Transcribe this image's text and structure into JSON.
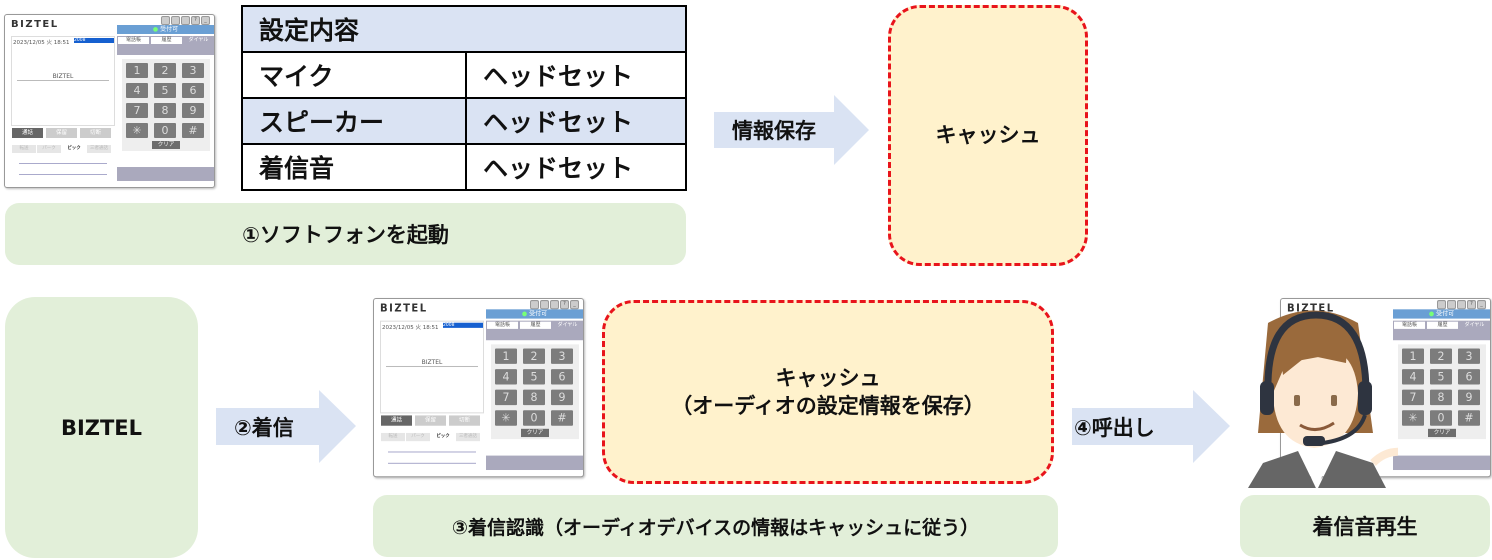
{
  "softphone": {
    "logo": "BIZTEL",
    "status": "受付可",
    "datetime": "2023/12/05 火 18:51",
    "number": "2008",
    "brand": "BIZTEL",
    "tabs": [
      "電話帳",
      "履歴",
      "ダイヤル"
    ],
    "keys": [
      "1",
      "2",
      "3",
      "4",
      "5",
      "6",
      "7",
      "8",
      "9",
      "✳",
      "0",
      "#"
    ],
    "clear": "クリア",
    "call_buttons": [
      "通話",
      "保留",
      "切断"
    ],
    "mode_buttons": [
      "転送",
      "パーク",
      "ピック",
      "三者通話"
    ]
  },
  "settings_table": {
    "header": "設定内容",
    "rows": [
      [
        "マイク",
        "ヘッドセット"
      ],
      [
        "スピーカー",
        "ヘッドセット"
      ],
      [
        "着信音",
        "ヘッドセット"
      ]
    ]
  },
  "steps": {
    "step1": "①ソフトフォンを起動",
    "save_arrow": "情報保存",
    "cache1": "キャッシュ",
    "biztel": "BIZTEL",
    "step2": "②着信",
    "cache2_line1": "キャッシュ",
    "cache2_line2": "（オーディオの設定情報を保存）",
    "step3": "③着信認識（オーディオデバイスの情報はキャッシュに従う）",
    "step4": "④呼出し",
    "ringtone": "着信音再生"
  },
  "colors": {
    "green_box": "#e2efd9",
    "arrow": "#dae3f3",
    "cache_fill": "#fff2cc",
    "cache_border": "#e8141b",
    "table_header": "#dae3f3"
  }
}
